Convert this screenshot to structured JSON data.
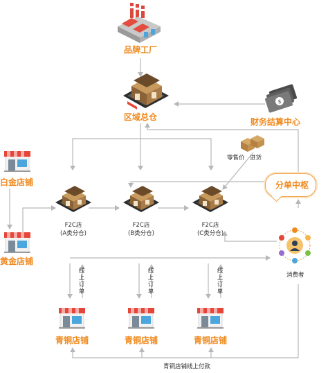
{
  "nodes": {
    "brand_factory": "品牌工厂",
    "regional_hq": "区域总仓",
    "finance_center": "财务结算中心",
    "platinum_store": "白金店铺",
    "gold_store": "黄金店铺",
    "order_hub": "分单中枢",
    "consumer": "消费者",
    "f2c_a_line1": "F2C店",
    "f2c_a_line2": "(A类分仓)",
    "f2c_b_line1": "F2C店",
    "f2c_b_line2": "(B类分仓)",
    "f2c_c_line1": "F2C店",
    "f2c_c_line2": "(C类分仓)",
    "bronze_store_1": "青铜店铺",
    "bronze_store_2": "青铜店铺",
    "bronze_store_3": "青铜店铺"
  },
  "labels": {
    "retail_price": "零售价",
    "restock": "进货",
    "online_order": "线上订单",
    "bronze_payment": "青铜店铺线上付款"
  },
  "colors": {
    "accent": "#f08a1e",
    "arrow": "#b7b7b7",
    "awning_red": "#e6463a",
    "window_blue": "#4aa6dc"
  }
}
